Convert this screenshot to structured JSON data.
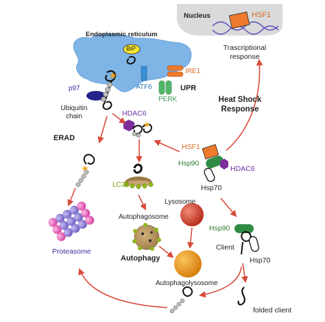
{
  "nucleus": {
    "label": "Nucleus",
    "factor": "HSF1"
  },
  "transcription": {
    "line1": "Trascriptional",
    "line2": "response"
  },
  "er": {
    "label": "Endoplasmic reticulum",
    "bip": "BiP",
    "atf6": "ATF6",
    "ire1": "IRE1",
    "perk": "PERK",
    "upr": "UPR"
  },
  "heat_shock": {
    "line1": "Heat Shock",
    "line2": "Response"
  },
  "erad": {
    "p97": "p97",
    "ubiquitin_line1": "Ubiquitin",
    "ubiquitin_line2": "chain",
    "label": "ERAD"
  },
  "hdac6_top": "HDAC6",
  "complex": {
    "hsf1": "HSF1",
    "hsp90": "Hsp90",
    "hdac6": "HDAC6",
    "hsp70": "Hsp70"
  },
  "autophagy": {
    "lc3b": "LC3B",
    "lysosome": "Lysosome",
    "autophagosome": "Autophagosome",
    "label": "Autophagy",
    "autophagolysosome": "Autophagolysosome"
  },
  "proteasome": "Proteasome",
  "refold": {
    "hsp90": "Hsp90",
    "client": "Client",
    "hsp70": "Hsp70",
    "folded": "folded client"
  },
  "colors": {
    "arrow": "#d94a3a",
    "nucleus_bg": "#d9dadc",
    "er_blue": "#7fb4e6",
    "hsf1_orange": "#ee7a2e",
    "hsp90_green": "#2e8b45",
    "hdac6_purple": "#7b2d9c",
    "bip_yellow": "#f6e52c",
    "atf6_blue": "#3a8ed4",
    "perk_green": "#4fb86a",
    "p97_navy": "#23238a",
    "proteasome_purple": "#8a7ad6",
    "proteasome_pink": "#e84bb5",
    "lysosome_red": "#c9321f",
    "autophagolysosome_orange": "#e58a14",
    "lc3b_green": "#8fb81a",
    "label_purple": "#6a2fa0",
    "label_green": "#2e7d32",
    "label_orange": "#d4691d",
    "label_blue": "#2d73b7"
  }
}
